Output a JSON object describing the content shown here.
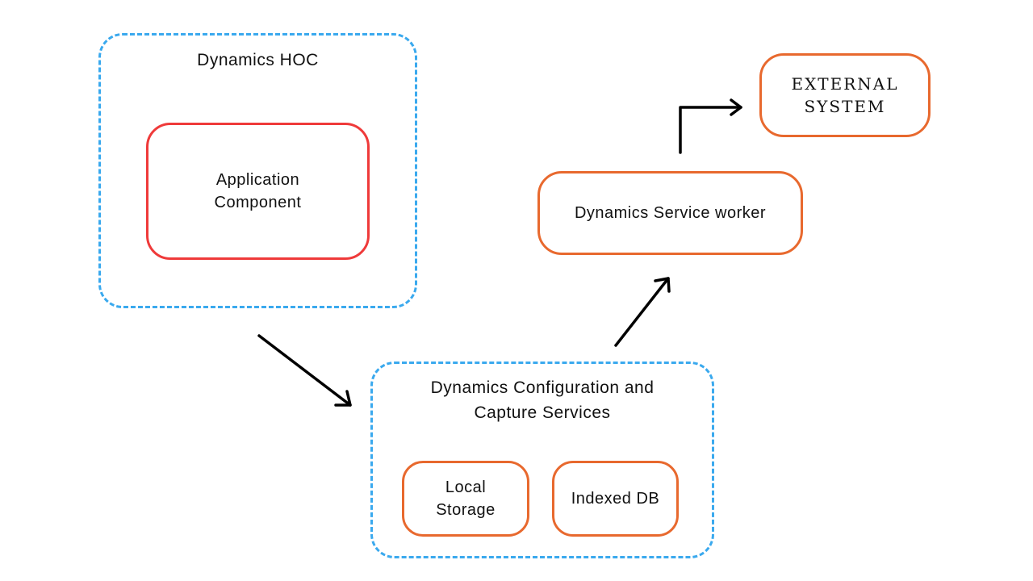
{
  "hoc": {
    "title": "Dynamics HOC"
  },
  "app_component": {
    "label": "Application\nComponent"
  },
  "service_worker": {
    "label": "Dynamics Service worker"
  },
  "external_system": {
    "label": "EXTERNAL\nSYSTEM"
  },
  "config_capture": {
    "title": "Dynamics Configuration and\nCapture Services"
  },
  "local_storage": {
    "label": "Local\nStorage"
  },
  "indexed_db": {
    "label": "Indexed DB"
  },
  "colors": {
    "container_border": "#3aa9ee",
    "component_border": "#ef3a3a",
    "service_border": "#e8692e",
    "arrow": "#000000"
  }
}
